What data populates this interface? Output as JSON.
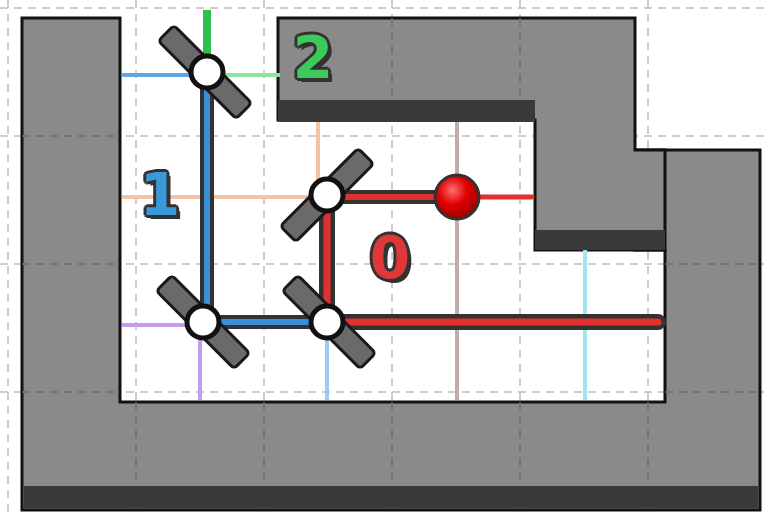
{
  "diagram": {
    "labels": [
      "2",
      "1",
      "0"
    ]
  }
}
